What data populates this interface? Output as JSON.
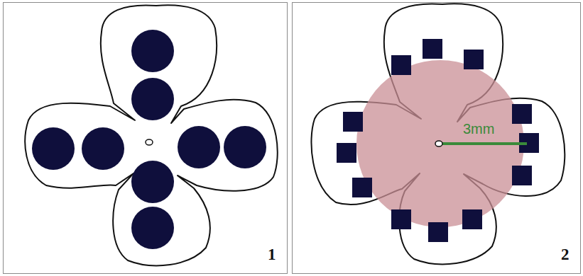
{
  "diagram": {
    "labels": [
      "1",
      "2",
      "3mm"
    ]
  }
}
